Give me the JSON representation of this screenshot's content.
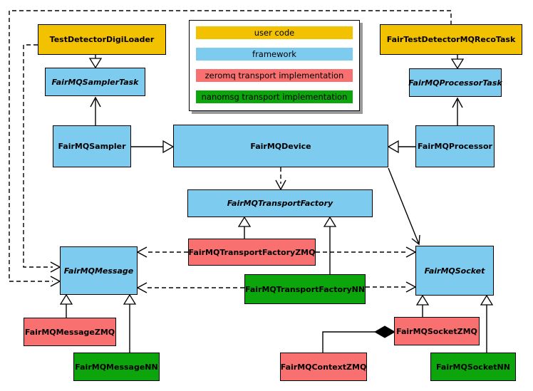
{
  "colors": {
    "user_code": "#F2C200",
    "framework": "#7DCBEE",
    "zeromq": "#F97070",
    "nanomsg": "#0CA60C",
    "border": "#000000",
    "background": "#FFFFFF",
    "legend_shadow": "#9A9A9A"
  },
  "legend": {
    "items": [
      {
        "label": "user code",
        "category": "user_code"
      },
      {
        "label": "framework",
        "category": "framework"
      },
      {
        "label": "zeromq transport implementation",
        "category": "zeromq"
      },
      {
        "label": "nanomsg transport implementation",
        "category": "nanomsg"
      }
    ]
  },
  "nodes": {
    "test_detector_digi_loader": {
      "label": "TestDetectorDigiLoader",
      "category": "user_code",
      "abstract": false
    },
    "fair_test_detector_mq_reco_task": {
      "label": "FairTestDetectorMQRecoTask",
      "category": "user_code",
      "abstract": false
    },
    "fairmq_sampler_task": {
      "label": "FairMQSamplerTask",
      "category": "framework",
      "abstract": true
    },
    "fairmq_processor_task": {
      "label": "FairMQProcessorTask",
      "category": "framework",
      "abstract": true
    },
    "fairmq_sampler": {
      "label": "FairMQSampler",
      "category": "framework",
      "abstract": false
    },
    "fairmq_device": {
      "label": "FairMQDevice",
      "category": "framework",
      "abstract": false
    },
    "fairmq_processor": {
      "label": "FairMQProcessor",
      "category": "framework",
      "abstract": false
    },
    "fairmq_transport_factory": {
      "label": "FairMQTransportFactory",
      "category": "framework",
      "abstract": true
    },
    "fairmq_transport_factory_zmq": {
      "label": "FairMQTransportFactoryZMQ",
      "category": "zeromq",
      "abstract": false
    },
    "fairmq_transport_factory_nn": {
      "label": "FairMQTransportFactoryNN",
      "category": "nanomsg",
      "abstract": false
    },
    "fairmq_message": {
      "label": "FairMQMessage",
      "category": "framework",
      "abstract": true
    },
    "fairmq_socket": {
      "label": "FairMQSocket",
      "category": "framework",
      "abstract": true
    },
    "fairmq_message_zmq": {
      "label": "FairMQMessageZMQ",
      "category": "zeromq",
      "abstract": false
    },
    "fairmq_message_nn": {
      "label": "FairMQMessageNN",
      "category": "nanomsg",
      "abstract": false
    },
    "fairmq_socket_zmq": {
      "label": "FairMQSocketZMQ",
      "category": "zeromq",
      "abstract": false
    },
    "fairmq_socket_nn": {
      "label": "FairMQSocketNN",
      "category": "nanomsg",
      "abstract": false
    },
    "fairmq_context_zmq": {
      "label": "FairMQContextZMQ",
      "category": "zeromq",
      "abstract": false
    }
  },
  "edges": [
    {
      "from": "TestDetectorDigiLoader",
      "to": "FairMQSamplerTask",
      "type": "inheritance"
    },
    {
      "from": "FairTestDetectorMQRecoTask",
      "to": "FairMQProcessorTask",
      "type": "inheritance"
    },
    {
      "from": "FairMQSampler",
      "to": "FairMQDevice",
      "type": "inheritance"
    },
    {
      "from": "FairMQProcessor",
      "to": "FairMQDevice",
      "type": "inheritance"
    },
    {
      "from": "FairMQSampler",
      "to": "FairMQSamplerTask",
      "type": "association"
    },
    {
      "from": "FairMQProcessor",
      "to": "FairMQProcessorTask",
      "type": "association"
    },
    {
      "from": "FairMQDevice",
      "to": "FairMQSocket",
      "type": "association"
    },
    {
      "from": "FairMQDevice",
      "to": "FairMQTransportFactory",
      "type": "dependency"
    },
    {
      "from": "FairMQTransportFactoryZMQ",
      "to": "FairMQTransportFactory",
      "type": "inheritance"
    },
    {
      "from": "FairMQTransportFactoryNN",
      "to": "FairMQTransportFactory",
      "type": "inheritance"
    },
    {
      "from": "FairMQTransportFactoryZMQ",
      "to": "FairMQMessage",
      "type": "dependency"
    },
    {
      "from": "FairMQTransportFactoryZMQ",
      "to": "FairMQSocket",
      "type": "dependency"
    },
    {
      "from": "FairMQTransportFactoryNN",
      "to": "FairMQMessage",
      "type": "dependency"
    },
    {
      "from": "FairMQTransportFactoryNN",
      "to": "FairMQSocket",
      "type": "dependency"
    },
    {
      "from": "TestDetectorDigiLoader",
      "to": "FairMQMessage",
      "type": "dependency"
    },
    {
      "from": "FairTestDetectorMQRecoTask",
      "to": "FairMQMessage",
      "type": "dependency"
    },
    {
      "from": "FairMQMessageZMQ",
      "to": "FairMQMessage",
      "type": "inheritance"
    },
    {
      "from": "FairMQMessageNN",
      "to": "FairMQMessage",
      "type": "inheritance"
    },
    {
      "from": "FairMQSocketZMQ",
      "to": "FairMQSocket",
      "type": "inheritance"
    },
    {
      "from": "FairMQSocketNN",
      "to": "FairMQSocket",
      "type": "inheritance"
    },
    {
      "from": "FairMQSocketZMQ",
      "to": "FairMQContextZMQ",
      "type": "composition"
    }
  ]
}
